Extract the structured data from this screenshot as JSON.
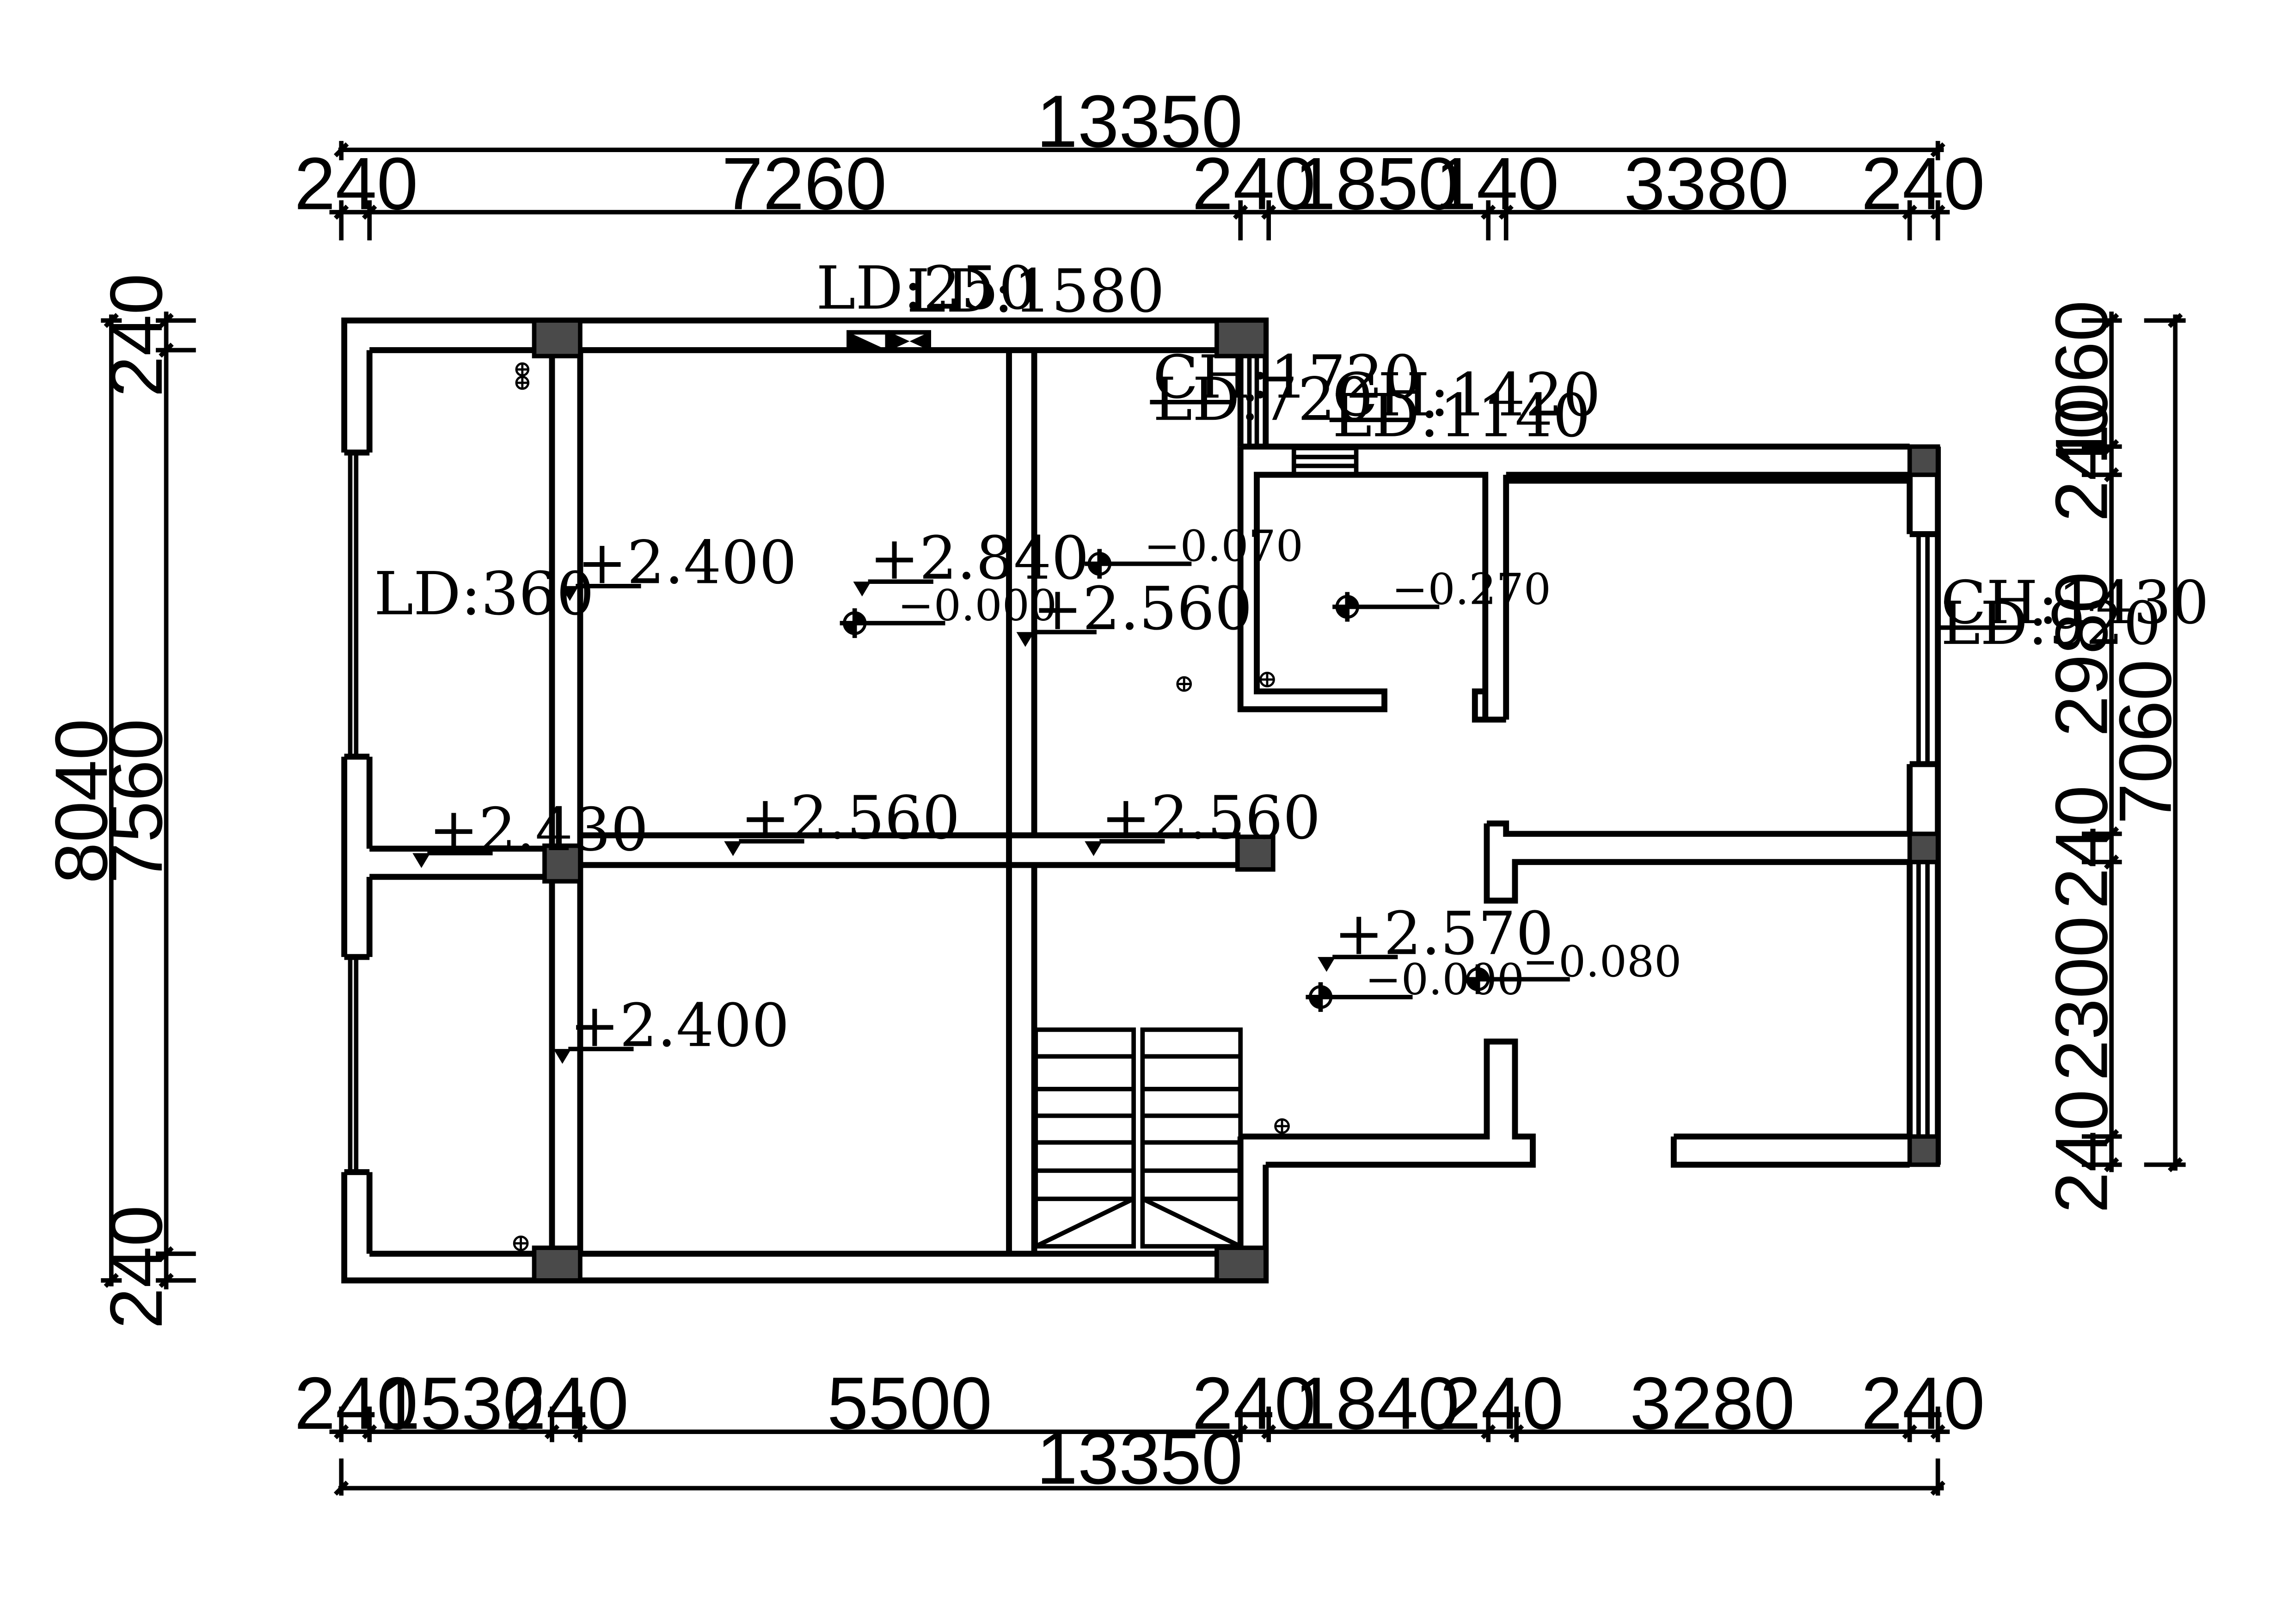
{
  "top_dims": {
    "overall": "13350",
    "segments": [
      "240",
      "7260",
      "240",
      "1850",
      "140",
      "3380",
      "240"
    ]
  },
  "bottom_dims": {
    "overall": "13350",
    "segments": [
      "240",
      "1530",
      "240",
      "5500",
      "240",
      "1840",
      "240",
      "3280",
      "240"
    ]
  },
  "left_dims": {
    "overall": "8040",
    "segments": [
      "240",
      "7560",
      "240"
    ]
  },
  "right_dims": {
    "overall": "7060",
    "segments": [
      "1060",
      "240",
      "2980",
      "240",
      "2300",
      "240"
    ]
  },
  "openings": {
    "top_ld1": "LD:250",
    "top_ld2": "LD:1580",
    "left_ld": "LD:360",
    "ch1720": "CH:1720",
    "ld720": "LD:720",
    "ch1420": "CH:1420",
    "ld1140": "LD:1140",
    "ch1430": "CH:1430",
    "ld920": "LD:920"
  },
  "ceiling_levels": {
    "e2400a": "+2.400",
    "e2840": "+2.840",
    "e2560a": "+2.560",
    "e2430": "+2.430",
    "e2560b": "+2.560",
    "e2560c": "+2.560",
    "e2400b": "+2.400",
    "e2570": "+2.570"
  },
  "floor_levels": {
    "f0000a": "−0.000",
    "f0070": "−0.070",
    "f0270": "−0.270",
    "f0000b": "−0.000",
    "f0080": "−0.080"
  }
}
